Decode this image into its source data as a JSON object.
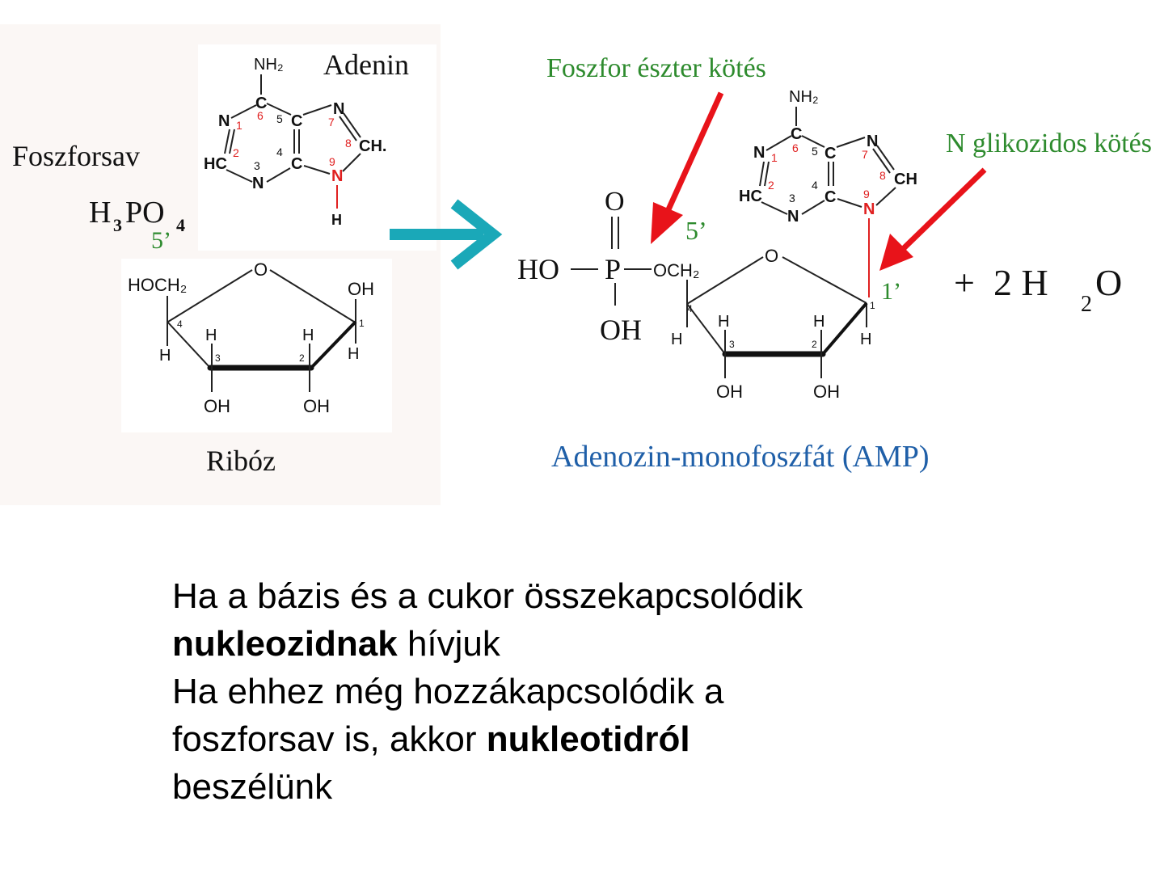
{
  "labels": {
    "phosphoric_acid_name": "Foszforsav",
    "phosphoric_acid_formula_main": "H",
    "phosphoric_acid_formula_sub3": "3",
    "phosphoric_acid_formula_po": "PO",
    "phosphoric_acid_formula_sub4": "4",
    "five_prime_left": "5’",
    "adenine_name": "Adenin",
    "ribose_name": "Ribóz",
    "product_name": "Adenozin-monofoszfát (AMP)",
    "phosphoester_label": "Foszfor észter kötés",
    "glycosidic_label": "N glikozidos kötés",
    "five_prime_right": "5’",
    "one_prime_right": "1’",
    "plus_water": "+  2 H",
    "water_sub": "2",
    "water_o": "O"
  },
  "atoms": {
    "nh2": "NH₂",
    "n": "N",
    "c": "C",
    "hc": "HC",
    "ch": "CH",
    "ch_dot": "CH.",
    "h": "H",
    "o": "O",
    "oh": "OH",
    "hoch2": "HOCH₂",
    "och2": "OCH₂",
    "ho": "HO",
    "p": "P",
    "ring_numbers": [
      "1",
      "2",
      "3",
      "4",
      "5",
      "6",
      "7",
      "8",
      "9"
    ]
  },
  "caption": {
    "line1": "Ha a bázis és a cukor összekapcsolódik",
    "line2_bold": "nukleozidnak",
    "line2_rest": " hívjuk",
    "line3": "Ha ehhez még hozzákapcsolódik a",
    "line4_start": "foszforsav is, akkor ",
    "line4_bold": "nukleotidról",
    "line5": "beszélünk"
  },
  "colors": {
    "arrow_teal": "#1aa8b8",
    "arrow_red": "#e8131a",
    "label_green": "#2e8b2e",
    "label_blue": "#1f5fa8",
    "ring_number_red": "#e02020",
    "left_panel_bg": "#fbf7f5"
  }
}
